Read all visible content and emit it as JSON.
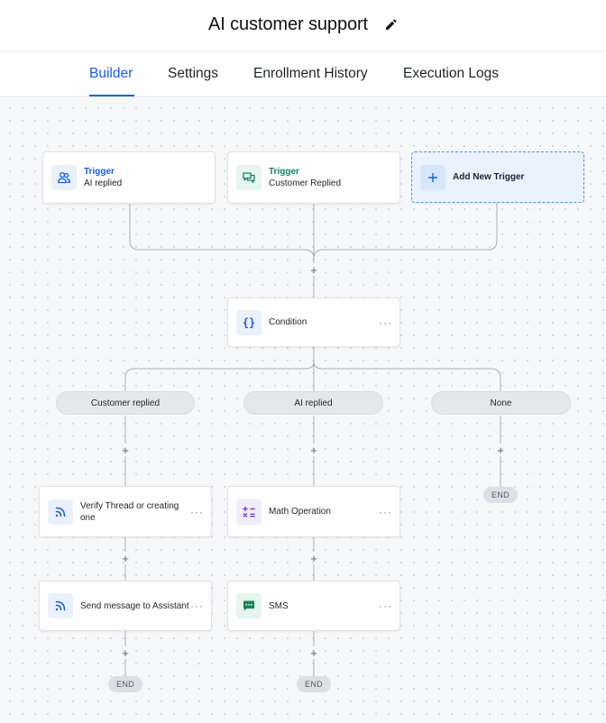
{
  "header": {
    "title": "AI customer support",
    "edit_icon": "pencil-icon"
  },
  "tabs": [
    {
      "label": "Builder",
      "active": true
    },
    {
      "label": "Settings",
      "active": false
    },
    {
      "label": "Enrollment History",
      "active": false
    },
    {
      "label": "Execution Logs",
      "active": false
    }
  ],
  "triggers": [
    {
      "kicker": "Trigger",
      "label": "AI replied",
      "icon": "users-icon",
      "accent": "#155eef"
    },
    {
      "kicker": "Trigger",
      "label": "Customer Replied",
      "icon": "chat-icon",
      "accent": "#12875c"
    }
  ],
  "add_trigger": {
    "label": "Add New Trigger",
    "icon": "plus-icon"
  },
  "condition": {
    "label": "Condition",
    "icon": "braces-icon",
    "more": "···"
  },
  "branches": [
    {
      "label": "Customer replied"
    },
    {
      "label": "AI replied"
    },
    {
      "label": "None"
    }
  ],
  "actions": {
    "verify": {
      "label": "Verify Thread or creating one",
      "icon": "webhook-icon",
      "more": "···"
    },
    "send": {
      "label": "Send message to Assistant",
      "icon": "webhook-icon",
      "more": "···"
    },
    "math": {
      "label": "Math Operation",
      "icon": "math-icon",
      "more": "···"
    },
    "sms": {
      "label": "SMS",
      "icon": "sms-icon",
      "more": "···"
    }
  },
  "end_label": "END",
  "plus_symbol": "+",
  "colors": {
    "accent": "#155eef",
    "green": "#12875c",
    "purple": "#6d3fd8",
    "wire": "#a9aeb7"
  }
}
